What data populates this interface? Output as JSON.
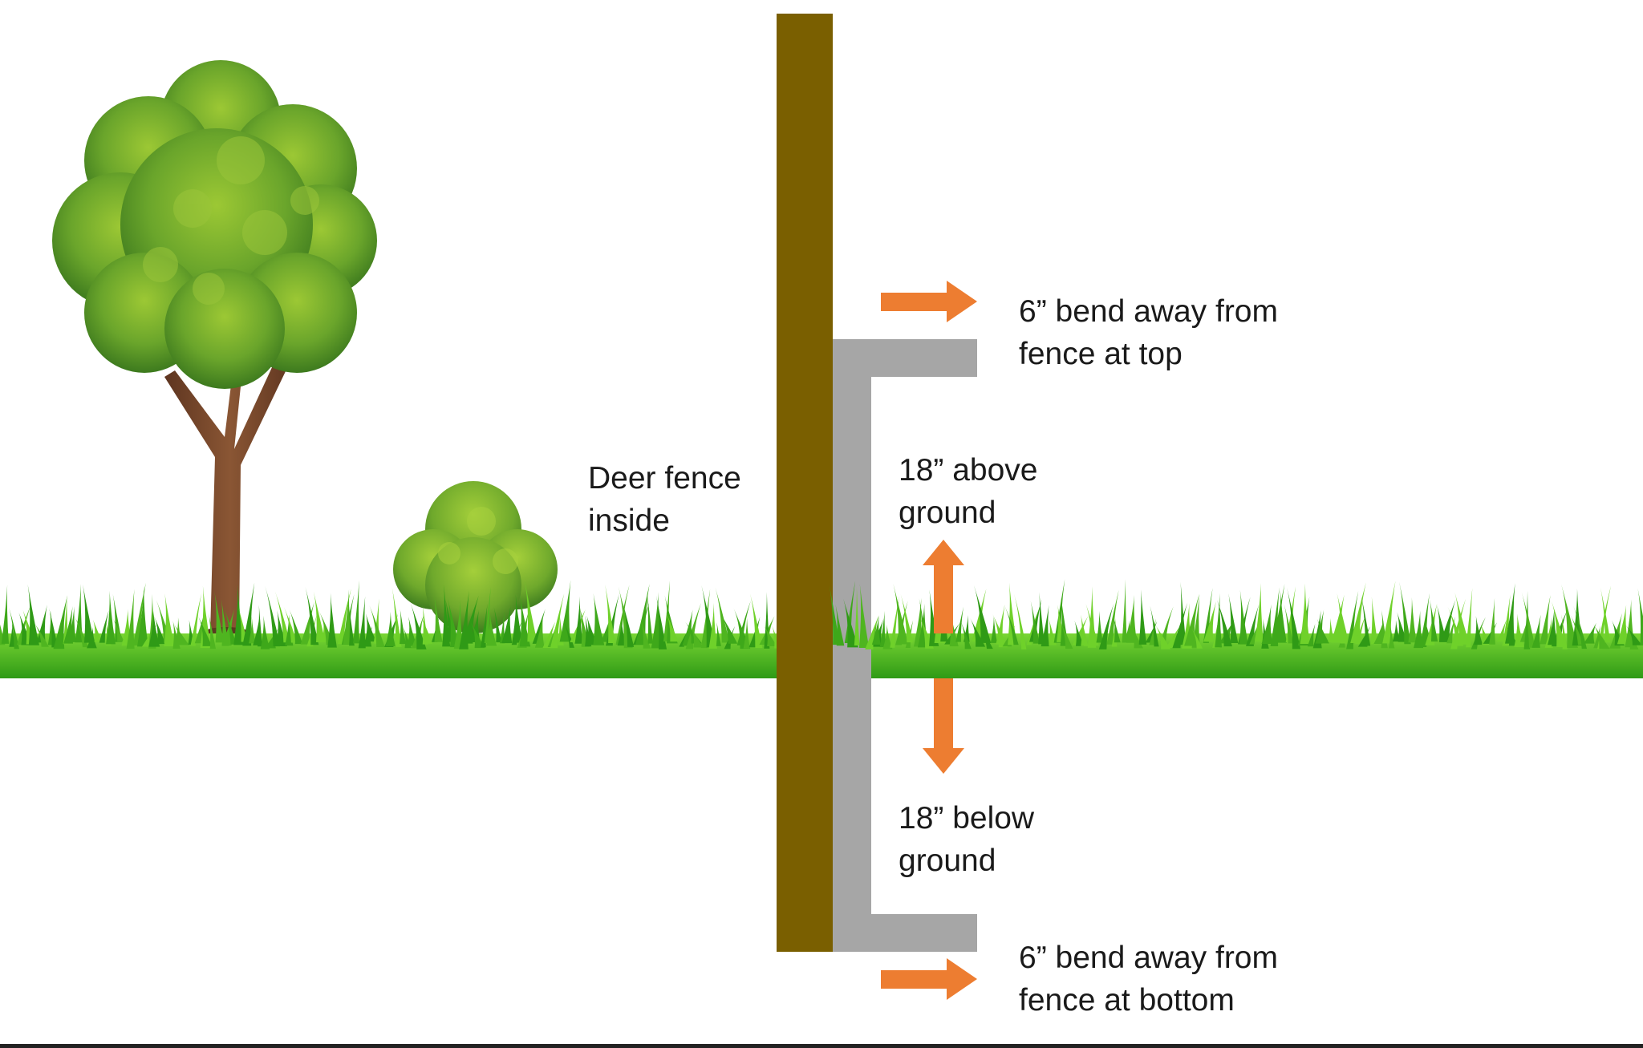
{
  "labels": {
    "fence_inside": [
      "Deer fence",
      "inside"
    ],
    "top_bend": [
      "6” bend away from",
      "fence at top"
    ],
    "above_ground": [
      "18” above",
      "ground"
    ],
    "below_ground": [
      "18” below",
      "ground"
    ],
    "bottom_bend": [
      "6” bend away from",
      "fence at bottom"
    ]
  },
  "colors": {
    "post": "#7a5f00",
    "mesh": "#a6a6a6",
    "arrow": "#ed7d31",
    "grass_dark": "#2f9a16",
    "grass_light": "#6fd12a",
    "foliage_dark": "#3f7f1c",
    "foliage_light": "#8fbf2f",
    "trunk": "#7a4a2e"
  },
  "icons": [
    "tree-icon",
    "bush-icon",
    "grass-strip"
  ]
}
